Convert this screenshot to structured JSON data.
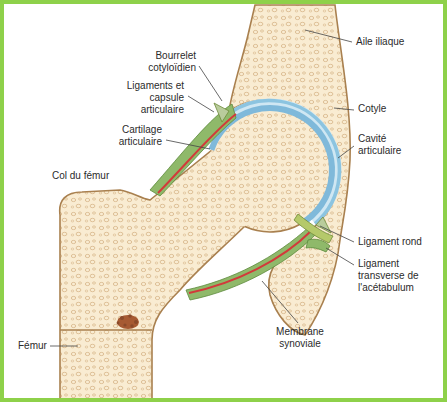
{
  "diagram": {
    "labels": [
      "Aile iliaque",
      "Bourrelet cotyloïdien",
      "Ligaments et capsule articulaire",
      "Cartilage articulaire",
      "Col du fémur",
      "Cotyle",
      "Cavité articulaire",
      "Ligament rond",
      "Ligament transverse de l'acétabulum",
      "Membrane synoviale",
      "Fémur"
    ]
  }
}
